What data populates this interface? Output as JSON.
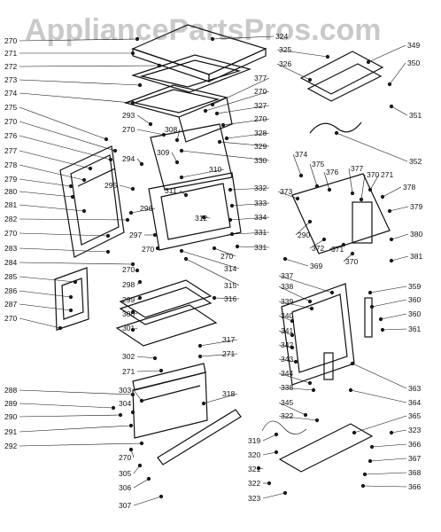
{
  "watermark": "AppliancePartsPros.com",
  "callouts": [
    {
      "id": "270a",
      "text": "270"
    },
    {
      "id": "271a",
      "text": "271"
    },
    {
      "id": "272",
      "text": "272"
    },
    {
      "id": "273",
      "text": "273"
    },
    {
      "id": "274",
      "text": "274"
    },
    {
      "id": "275",
      "text": "275"
    },
    {
      "id": "270b",
      "text": "270"
    },
    {
      "id": "276",
      "text": "276"
    },
    {
      "id": "277",
      "text": "277"
    },
    {
      "id": "278",
      "text": "278"
    },
    {
      "id": "279",
      "text": "279"
    },
    {
      "id": "280",
      "text": "280"
    },
    {
      "id": "281",
      "text": "281"
    },
    {
      "id": "282",
      "text": "282"
    },
    {
      "id": "270c",
      "text": "270"
    },
    {
      "id": "283",
      "text": "283"
    },
    {
      "id": "284",
      "text": "284"
    },
    {
      "id": "285",
      "text": "285"
    },
    {
      "id": "286",
      "text": "286"
    },
    {
      "id": "287",
      "text": "287"
    },
    {
      "id": "270d",
      "text": "270"
    },
    {
      "id": "324",
      "text": "324"
    },
    {
      "id": "325",
      "text": "325"
    },
    {
      "id": "326",
      "text": "326"
    },
    {
      "id": "349",
      "text": "349"
    },
    {
      "id": "350",
      "text": "350"
    },
    {
      "id": "351",
      "text": "351"
    },
    {
      "id": "352",
      "text": "352"
    },
    {
      "id": "377a",
      "text": "377"
    },
    {
      "id": "270e",
      "text": "270"
    },
    {
      "id": "327",
      "text": "327"
    },
    {
      "id": "270f",
      "text": "270"
    },
    {
      "id": "328",
      "text": "328"
    },
    {
      "id": "329",
      "text": "329"
    },
    {
      "id": "330",
      "text": "330"
    },
    {
      "id": "293",
      "text": "293"
    },
    {
      "id": "270g",
      "text": "270"
    },
    {
      "id": "308",
      "text": "308"
    },
    {
      "id": "294",
      "text": "294"
    },
    {
      "id": "309",
      "text": "309"
    },
    {
      "id": "310",
      "text": "310"
    },
    {
      "id": "295",
      "text": "295"
    },
    {
      "id": "311",
      "text": "311"
    },
    {
      "id": "296",
      "text": "296"
    },
    {
      "id": "332",
      "text": "332"
    },
    {
      "id": "333",
      "text": "333"
    },
    {
      "id": "334",
      "text": "334"
    },
    {
      "id": "331a",
      "text": "331"
    },
    {
      "id": "331b",
      "text": "331"
    },
    {
      "id": "312",
      "text": "312"
    },
    {
      "id": "297",
      "text": "297"
    },
    {
      "id": "270h",
      "text": "270"
    },
    {
      "id": "270i",
      "text": "270"
    },
    {
      "id": "314",
      "text": "314"
    },
    {
      "id": "315",
      "text": "315"
    },
    {
      "id": "316",
      "text": "316"
    },
    {
      "id": "270j",
      "text": "270"
    },
    {
      "id": "298",
      "text": "298"
    },
    {
      "id": "299",
      "text": "299"
    },
    {
      "id": "300",
      "text": "300"
    },
    {
      "id": "301",
      "text": "301"
    },
    {
      "id": "317",
      "text": "317"
    },
    {
      "id": "271b",
      "text": "271"
    },
    {
      "id": "302",
      "text": "302"
    },
    {
      "id": "271c",
      "text": "271"
    },
    {
      "id": "318",
      "text": "318"
    },
    {
      "id": "374",
      "text": "374"
    },
    {
      "id": "375",
      "text": "375"
    },
    {
      "id": "376",
      "text": "376"
    },
    {
      "id": "377b",
      "text": "377"
    },
    {
      "id": "370a",
      "text": "370"
    },
    {
      "id": "271d",
      "text": "271"
    },
    {
      "id": "378",
      "text": "378"
    },
    {
      "id": "373",
      "text": "373"
    },
    {
      "id": "379",
      "text": "379"
    },
    {
      "id": "290a",
      "text": "290"
    },
    {
      "id": "372",
      "text": "372"
    },
    {
      "id": "380",
      "text": "380"
    },
    {
      "id": "371",
      "text": "371"
    },
    {
      "id": "370b",
      "text": "370"
    },
    {
      "id": "369",
      "text": "369"
    },
    {
      "id": "381",
      "text": "381"
    },
    {
      "id": "337",
      "text": "337"
    },
    {
      "id": "359",
      "text": "359"
    },
    {
      "id": "338a",
      "text": "338"
    },
    {
      "id": "360a",
      "text": "360"
    },
    {
      "id": "339",
      "text": "339"
    },
    {
      "id": "360b",
      "text": "360"
    },
    {
      "id": "340",
      "text": "340"
    },
    {
      "id": "361",
      "text": "361"
    },
    {
      "id": "341",
      "text": "341"
    },
    {
      "id": "342",
      "text": "342"
    },
    {
      "id": "343",
      "text": "343"
    },
    {
      "id": "363",
      "text": "363"
    },
    {
      "id": "344",
      "text": "344"
    },
    {
      "id": "338b",
      "text": "338"
    },
    {
      "id": "364",
      "text": "364"
    },
    {
      "id": "345",
      "text": "345"
    },
    {
      "id": "322a",
      "text": "322"
    },
    {
      "id": "365",
      "text": "365"
    },
    {
      "id": "323a",
      "text": "323"
    },
    {
      "id": "366a",
      "text": "366"
    },
    {
      "id": "367",
      "text": "367"
    },
    {
      "id": "368",
      "text": "368"
    },
    {
      "id": "366b",
      "text": "366"
    },
    {
      "id": "288",
      "text": "288"
    },
    {
      "id": "303",
      "text": "303"
    },
    {
      "id": "289",
      "text": "289"
    },
    {
      "id": "304",
      "text": "304"
    },
    {
      "id": "290b",
      "text": "290"
    },
    {
      "id": "291",
      "text": "291"
    },
    {
      "id": "292",
      "text": "292"
    },
    {
      "id": "270k",
      "text": "270"
    },
    {
      "id": "305",
      "text": "305"
    },
    {
      "id": "306",
      "text": "306"
    },
    {
      "id": "307",
      "text": "307"
    },
    {
      "id": "319",
      "text": "319"
    },
    {
      "id": "320",
      "text": "320"
    },
    {
      "id": "321",
      "text": "321"
    },
    {
      "id": "322b",
      "text": "322"
    },
    {
      "id": "323b",
      "text": "323"
    }
  ]
}
